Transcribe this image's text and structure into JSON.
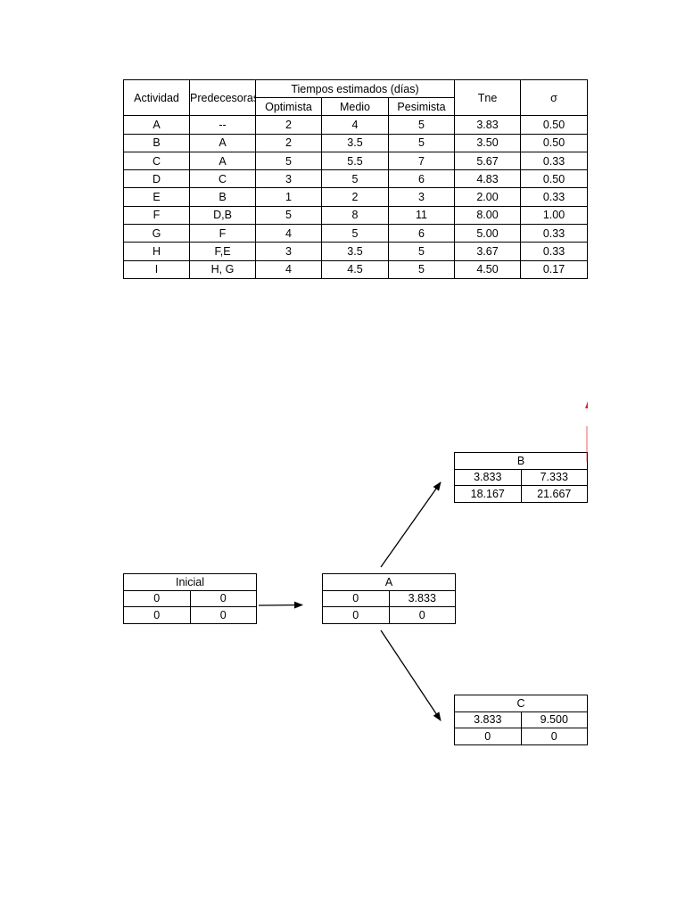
{
  "table": {
    "headers": {
      "actividad": "Actividad",
      "predecesoras": "Predecesoras",
      "tiempos": "Tiempos estimados (días)",
      "optimista": "Optimista",
      "medio": "Medio",
      "pesimista": "Pesimista",
      "tne": "Tne",
      "sigma": "σ"
    },
    "rows": [
      [
        "A",
        "--",
        "2",
        "4",
        "5",
        "3.83",
        "0.50"
      ],
      [
        "B",
        "A",
        "2",
        "3.5",
        "5",
        "3.50",
        "0.50"
      ],
      [
        "C",
        "A",
        "5",
        "5.5",
        "7",
        "5.67",
        "0.33"
      ],
      [
        "D",
        "C",
        "3",
        "5",
        "6",
        "4.83",
        "0.50"
      ],
      [
        "E",
        "B",
        "1",
        "2",
        "3",
        "2.00",
        "0.33"
      ],
      [
        "F",
        "D,B",
        "5",
        "8",
        "11",
        "8.00",
        "1.00"
      ],
      [
        "G",
        "F",
        "4",
        "5",
        "6",
        "5.00",
        "0.33"
      ],
      [
        "H",
        "F,E",
        "3",
        "3.5",
        "5",
        "3.67",
        "0.33"
      ],
      [
        "I",
        "H, G",
        "4",
        "4.5",
        "5",
        "4.50",
        "0.17"
      ]
    ]
  },
  "nodes": {
    "inicial": {
      "title": "Inicial",
      "r1c1": "0",
      "r1c2": "0",
      "r2c1": "0",
      "r2c2": "0"
    },
    "a": {
      "title": "A",
      "r1c1": "0",
      "r1c2": "3.833",
      "r2c1": "0",
      "r2c2": "0"
    },
    "b": {
      "title": "B",
      "r1c1": "3.833",
      "r1c2": "7.333",
      "r2c1": "18.167",
      "r2c2": "21.667"
    },
    "c": {
      "title": "C",
      "r1c1": "3.833",
      "r1c2": "9.500",
      "r2c1": "0",
      "r2c2": "0"
    }
  },
  "colors": {
    "line": "#000000",
    "marker": "#e0202a"
  }
}
